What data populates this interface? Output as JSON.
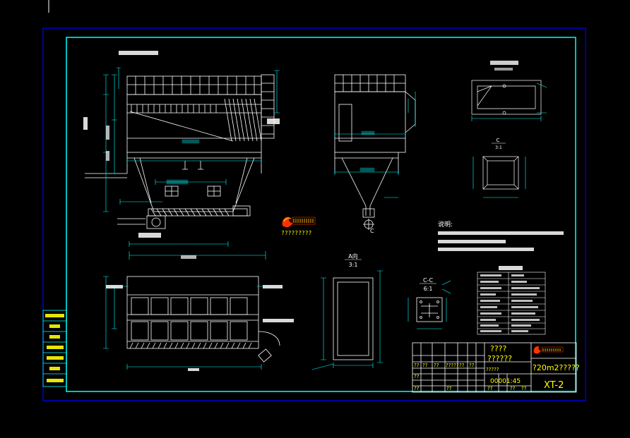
{
  "colors": {
    "background": "#000000",
    "outer_border": "#0000ff",
    "inner_border": "#00ffff",
    "geometry": "#ffffff",
    "dimensions": "#00ffff",
    "text": "#ffff00",
    "emblem": "#ff3300"
  },
  "annotations": {
    "view_a_label": "A向",
    "view_a_scale": "3:1",
    "section_c_label": "C-C",
    "section_c_scale": "6:1",
    "section_c_small_scale": "3:1",
    "section_cut_mark": "C",
    "company_name_glyphs": "?????????"
  },
  "notes": {
    "heading": "说明:"
  },
  "title_block": {
    "unit_name": "????",
    "subtitle": "??????",
    "drawing_title": "?20m2?????",
    "scale_value": "00001:45",
    "drawing_number": "XT-2",
    "placeholder": "??",
    "row_labels": [
      "??",
      "??",
      "??",
      "??"
    ],
    "row_dates": [
      "?????",
      "?????"
    ]
  },
  "side_stamp": {
    "cells": [
      "",
      "",
      "",
      "",
      "",
      "",
      ""
    ]
  }
}
